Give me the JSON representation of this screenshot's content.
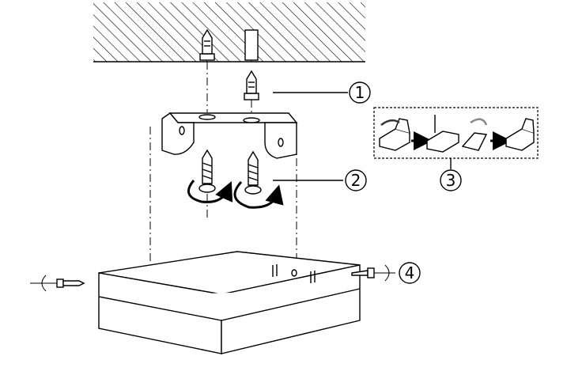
{
  "diagram": {
    "step_labels": [
      "1",
      "2",
      "3",
      "4"
    ],
    "colors": {
      "ink": "#000000",
      "background": "#ffffff",
      "arrow_gray": "#888888"
    }
  }
}
